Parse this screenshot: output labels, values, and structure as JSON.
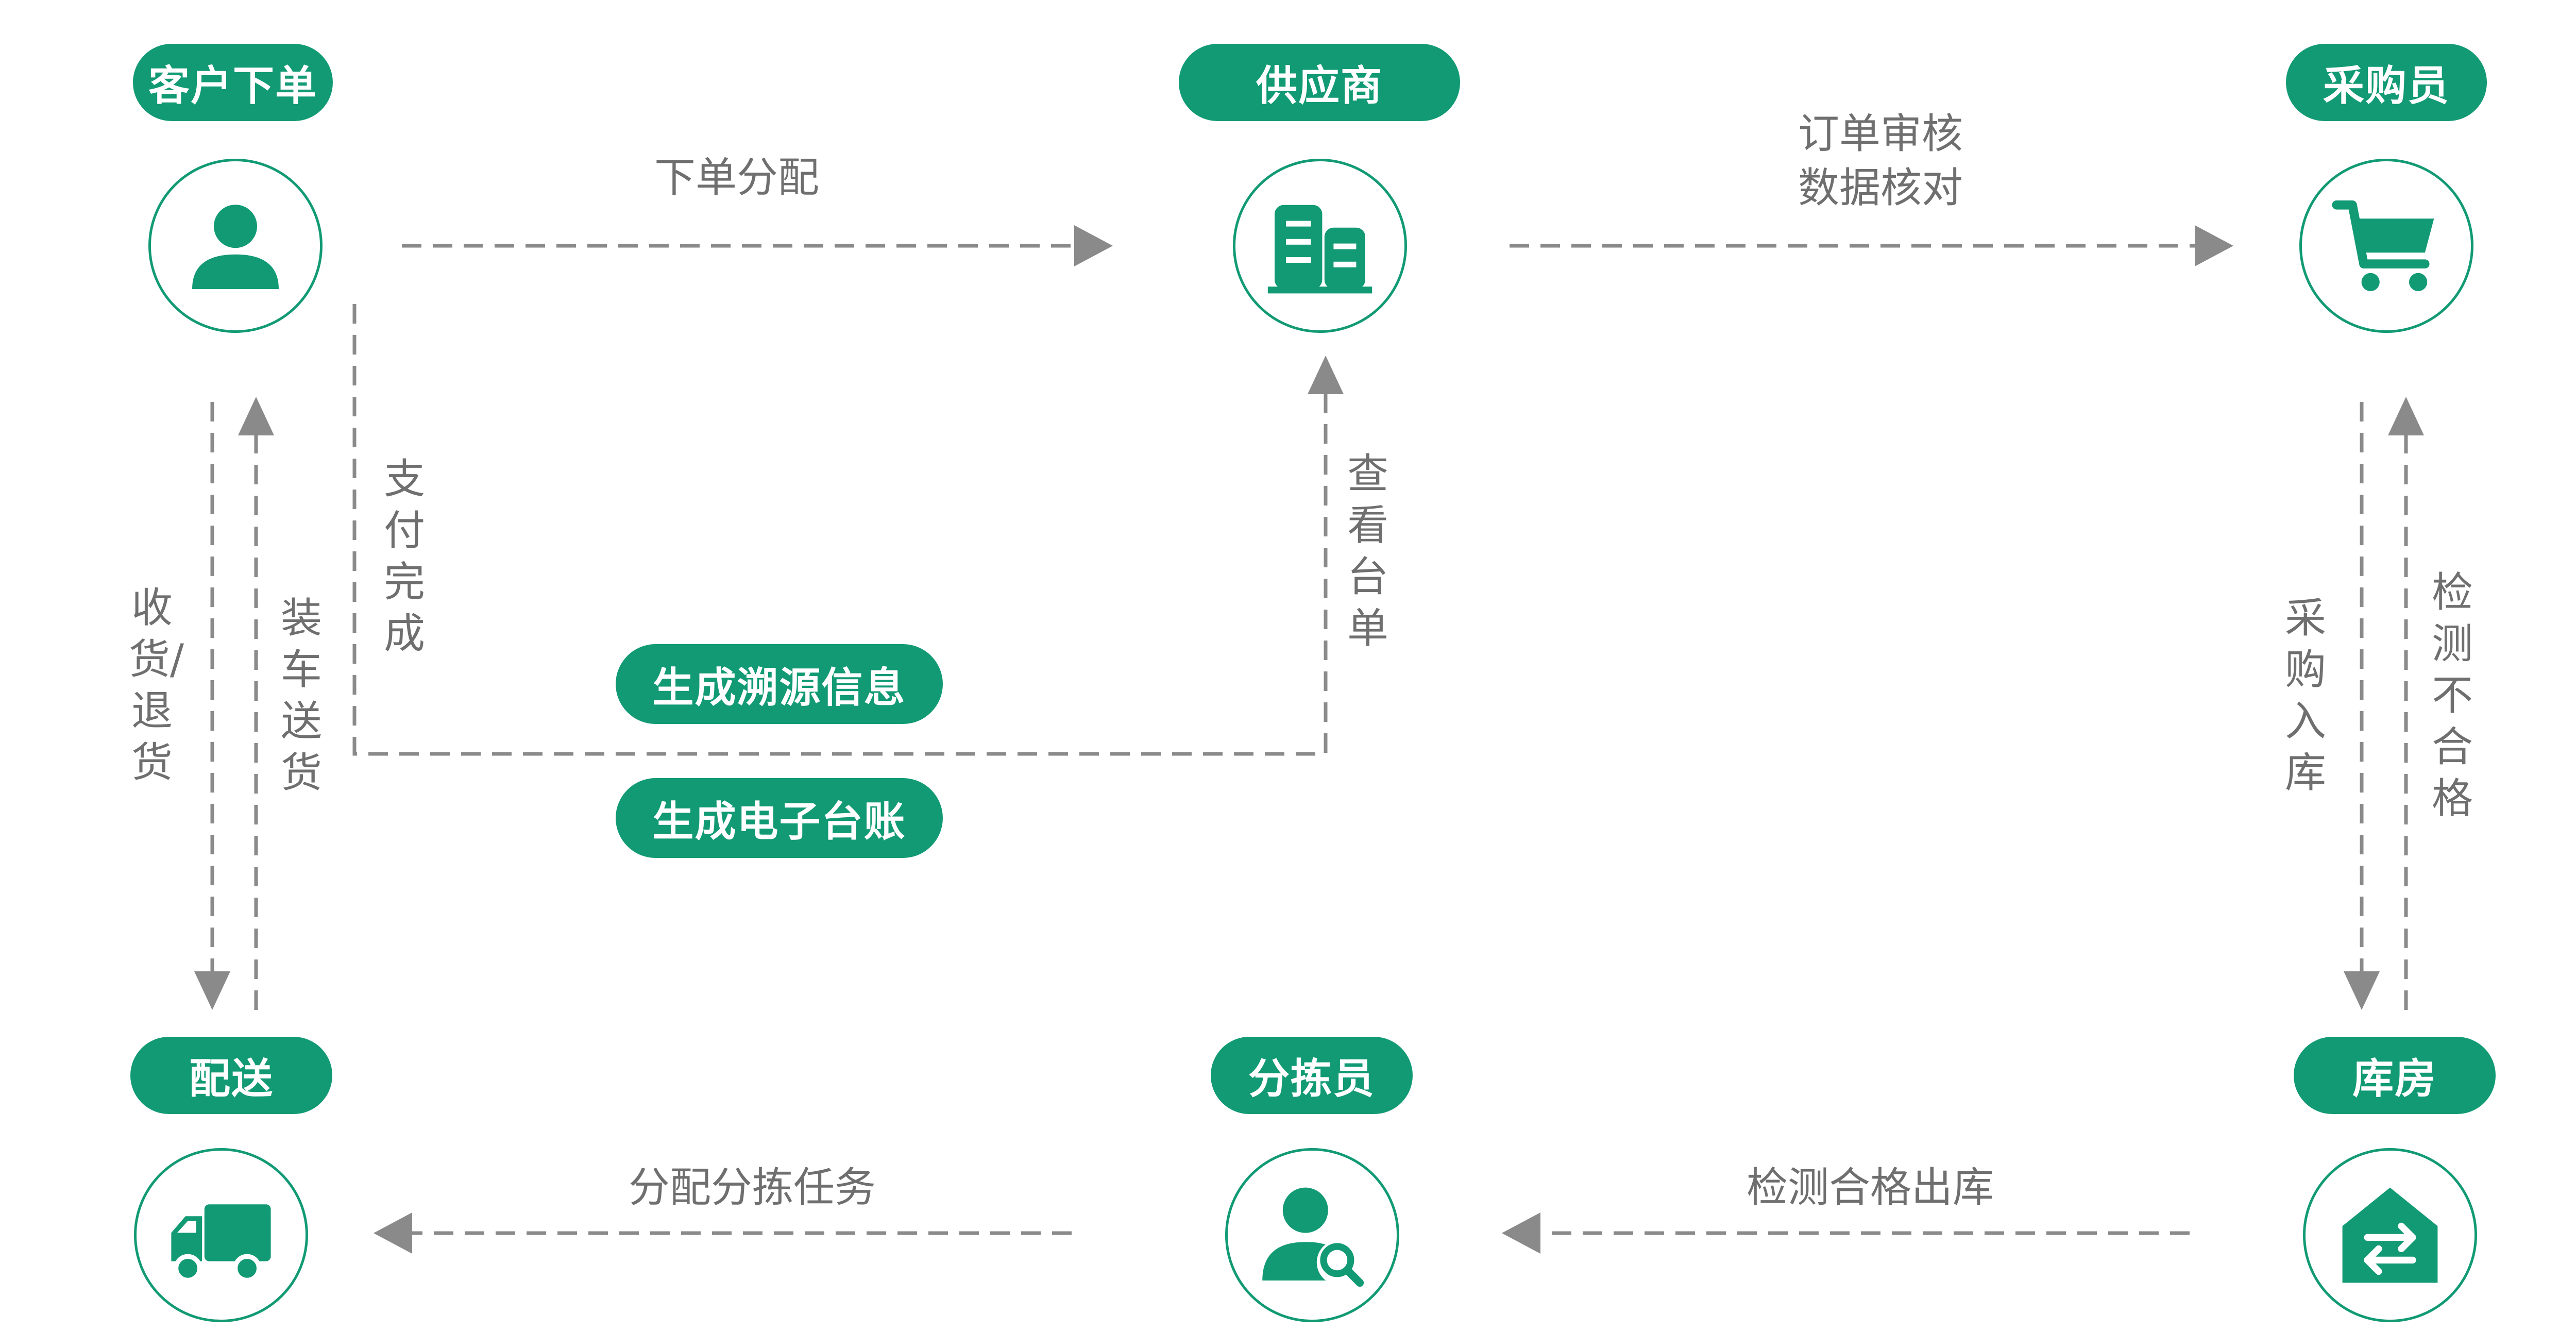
{
  "colors": {
    "brand_green": "#119a74",
    "line_gray": "#8a8a8a",
    "text_gray": "#6f6f6f"
  },
  "nodes": {
    "customer": {
      "label": "客户下单",
      "icon": "person-icon"
    },
    "supplier": {
      "label": "供应商",
      "icon": "building-icon"
    },
    "purchaser": {
      "label": "采购员",
      "icon": "shopping-cart-icon"
    },
    "delivery": {
      "label": "配送",
      "icon": "delivery-truck-icon"
    },
    "sorter": {
      "label": "分拣员",
      "icon": "person-search-icon"
    },
    "warehouse": {
      "label": "库房",
      "icon": "warehouse-exchange-icon"
    }
  },
  "edges": {
    "order_assign": "下单分配",
    "order_review": "订单审核",
    "data_check": "数据核对",
    "payment_done": "支付完成",
    "view_ledger": "查看台单",
    "receive_return": "收货/退货",
    "load_ship": "装车送货",
    "purchase_stock_in": "采购入库",
    "inspection_fail": "检测不合格",
    "assign_sorting": "分配分拣任务",
    "inspection_pass_out": "检测合格出库"
  },
  "badges": {
    "trace_info": "生成溯源信息",
    "e_ledger": "生成电子台账"
  }
}
